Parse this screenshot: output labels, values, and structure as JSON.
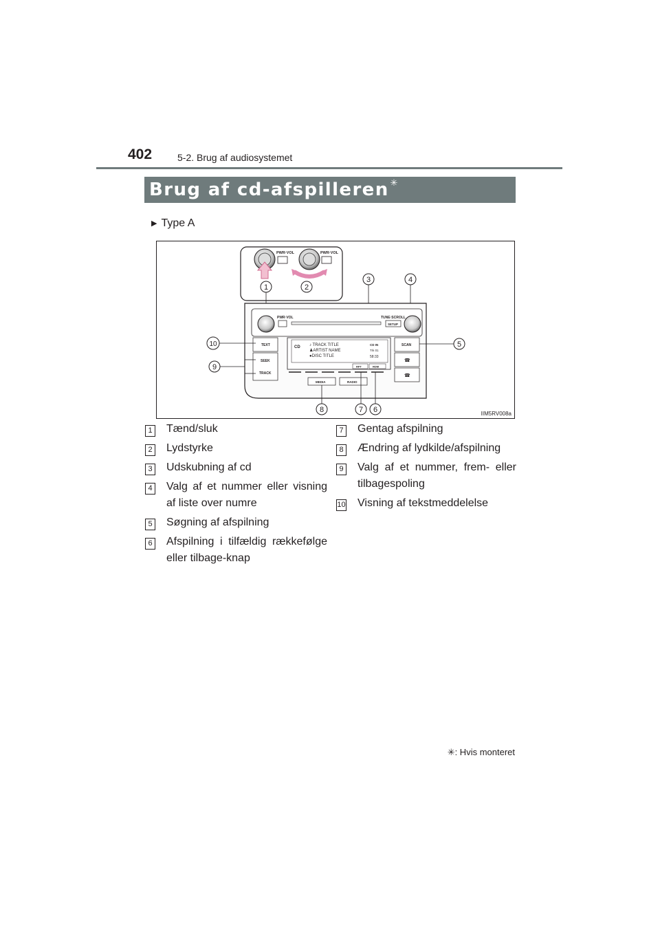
{
  "header": {
    "page_number": "402",
    "section": "5-2. Brug af audiosystemet"
  },
  "title": {
    "text": "Brug af cd-afspilleren",
    "marker": "✳"
  },
  "subheading": "Type A",
  "figure": {
    "code": "IIM5RV008a",
    "labels": {
      "pwr_vol": "PWR·VOL",
      "eject": "⏏",
      "tune_scroll": "TUNE·SCROLL",
      "setup": "SETUP",
      "text": "TEXT",
      "scan": "SCAN",
      "seek": "SEEK",
      "track": "TRACK",
      "media": "MEDIA",
      "radio": "RADIO",
      "rpt": "RPT",
      "rdm": "RDM",
      "cd": "CD",
      "track_title": "♪ TRACK TITLE",
      "artist_name": "♟ARTIST NAME",
      "disc_title": "●DISC TITLE",
      "cd_in": "CD IN",
      "trk": "Trk 01",
      "time": "58:33"
    },
    "callouts": [
      "1",
      "2",
      "3",
      "4",
      "5",
      "6",
      "7",
      "8",
      "9",
      "10"
    ]
  },
  "legend": {
    "left": [
      {
        "num": "1",
        "text": "Tænd/sluk"
      },
      {
        "num": "2",
        "text": "Lydstyrke"
      },
      {
        "num": "3",
        "text": "Udskubning af cd"
      },
      {
        "num": "4",
        "text": "Valg af et nummer eller visning af liste over numre"
      },
      {
        "num": "5",
        "text": "Søgning af afspilning"
      },
      {
        "num": "6",
        "text": "Afspilning i tilfældig rækkefølge eller tilbage-knap"
      }
    ],
    "right": [
      {
        "num": "7",
        "text": "Gentag afspilning"
      },
      {
        "num": "8",
        "text": "Ændring af lydkilde/afspilning"
      },
      {
        "num": "9",
        "text": "Valg af et nummer, frem- eller tilbagespoling"
      },
      {
        "num": "10",
        "text": "Visning af tekstmeddelelse"
      }
    ]
  },
  "footnote": "✳: Hvis monteret"
}
